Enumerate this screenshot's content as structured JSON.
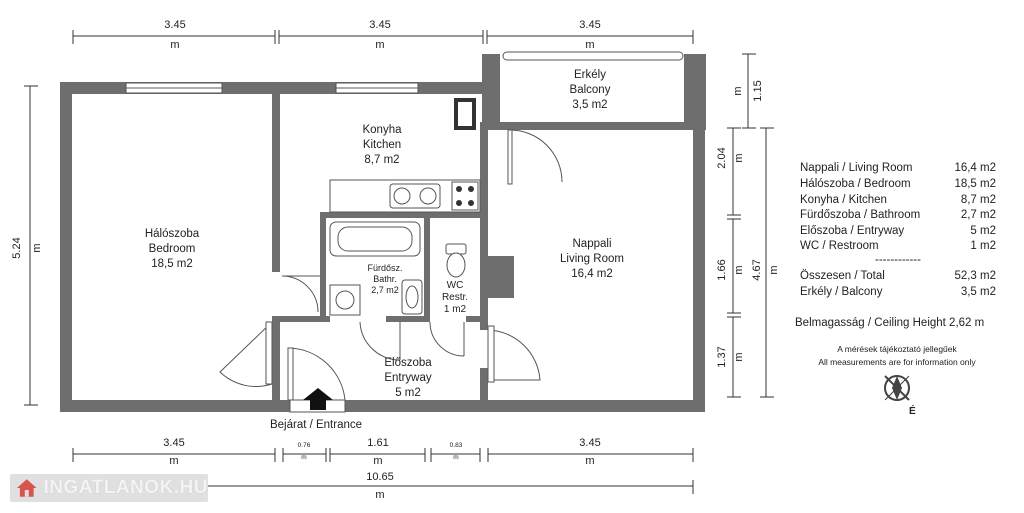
{
  "dimensions": {
    "top": [
      {
        "value": "3.45",
        "unit": "m"
      },
      {
        "value": "3.45",
        "unit": "m"
      },
      {
        "value": "3.45",
        "unit": "m"
      }
    ],
    "bottom": [
      {
        "value": "3.45",
        "unit": "m"
      },
      {
        "value": "0.76",
        "unit": "m"
      },
      {
        "value": "1.61",
        "unit": "m"
      },
      {
        "value": "0.83",
        "unit": "m"
      },
      {
        "value": "3.45",
        "unit": "m"
      }
    ],
    "total": {
      "value": "10.65",
      "unit": "m"
    },
    "left": {
      "value": "5.24",
      "unit": "m"
    },
    "right": [
      {
        "value": "1.15",
        "unit": "m"
      },
      {
        "value": "2.04",
        "unit": "m"
      },
      {
        "value": "1.66",
        "unit": "m"
      },
      {
        "value": "1.37",
        "unit": "m"
      }
    ],
    "right_total": {
      "value": "4.67",
      "unit": "m"
    }
  },
  "rooms": {
    "bedroom": [
      "Hálószoba",
      "Bedroom",
      "18,5 m2"
    ],
    "kitchen": [
      "Konyha",
      "Kitchen",
      "8,7 m2"
    ],
    "balcony": [
      "Erkély",
      "Balcony",
      "3,5 m2"
    ],
    "living": [
      "Nappali",
      "Living Room",
      "16,4 m2"
    ],
    "bathroom": [
      "Fürdősz.",
      "Bathr.",
      "2,7 m2"
    ],
    "wc": [
      "WC",
      "Restr.",
      "1 m2"
    ],
    "entry": [
      "Előszoba",
      "Entryway",
      "5 m2"
    ]
  },
  "entrance_label": "Bejárat / Entrance",
  "area_table": [
    {
      "label": "Nappali / Living Room",
      "value": "16,4 m2"
    },
    {
      "label": "Hálószoba / Bedroom",
      "value": "18,5 m2"
    },
    {
      "label": "Konyha / Kitchen",
      "value": "8,7 m2"
    },
    {
      "label": "Fürdőszoba / Bathroom",
      "value": "2,7 m2"
    },
    {
      "label": "Előszoba / Entryway",
      "value": "5 m2"
    },
    {
      "label": "WC / Restroom",
      "value": "1 m2"
    }
  ],
  "table_separator": "------------",
  "totals": [
    {
      "label": "Összesen / Total",
      "value": "52,3 m2"
    },
    {
      "label": "Erkély / Balcony",
      "value": "3,5 m2"
    }
  ],
  "ceiling_height": "Belmagasság / Ceiling Height  2,62 m",
  "notes": [
    "A mérések tájékoztató jellegűek",
    "All measurements are for information only"
  ],
  "compass_label": "É",
  "compass_icon": "compass-icon",
  "logo_text": "INGATLANOK.HU",
  "colors": {
    "wall": "#6e6e6e",
    "logo_bg": "#e0e0e0"
  }
}
